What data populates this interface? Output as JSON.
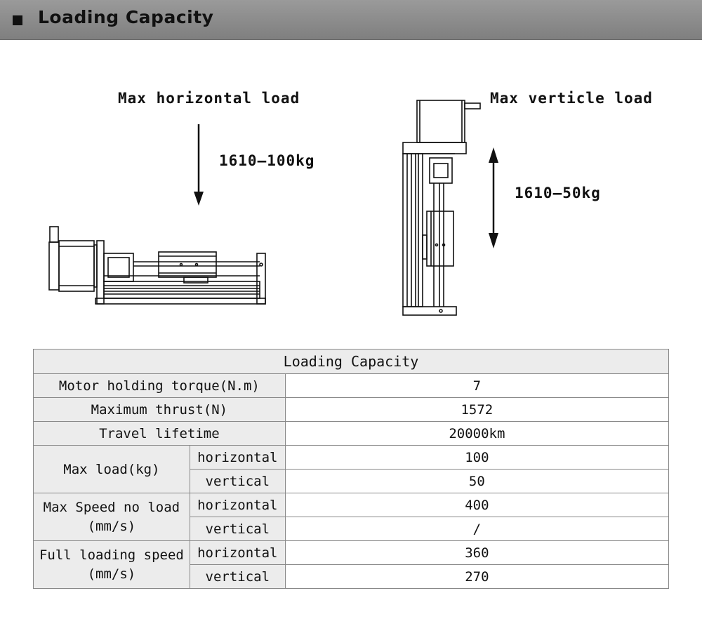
{
  "header": {
    "title": "Loading Capacity"
  },
  "diagrams": {
    "horizontal": {
      "title": "Max horizontal load",
      "value": "1610—100kg"
    },
    "vertical": {
      "title": "Max verticle load",
      "value": "1610—50kg"
    }
  },
  "table": {
    "caption": "Loading Capacity",
    "rows": [
      {
        "label": "Motor holding torque(N.m)",
        "value": "7"
      },
      {
        "label": "Maximum thrust(N)",
        "value": "1572"
      },
      {
        "label": "Travel lifetime",
        "value": "20000km"
      }
    ],
    "groups": [
      {
        "label": "Max load(kg)",
        "sub": [
          {
            "label": "horizontal",
            "value": "100"
          },
          {
            "label": "vertical",
            "value": "50"
          }
        ]
      },
      {
        "label": "Max Speed no load (mm/s)",
        "sub": [
          {
            "label": "horizontal",
            "value": "400"
          },
          {
            "label": "vertical",
            "value": "/"
          }
        ]
      },
      {
        "label": "Full loading speed (mm/s)",
        "sub": [
          {
            "label": "horizontal",
            "value": "360"
          },
          {
            "label": "vertical",
            "value": "270"
          }
        ]
      }
    ]
  }
}
